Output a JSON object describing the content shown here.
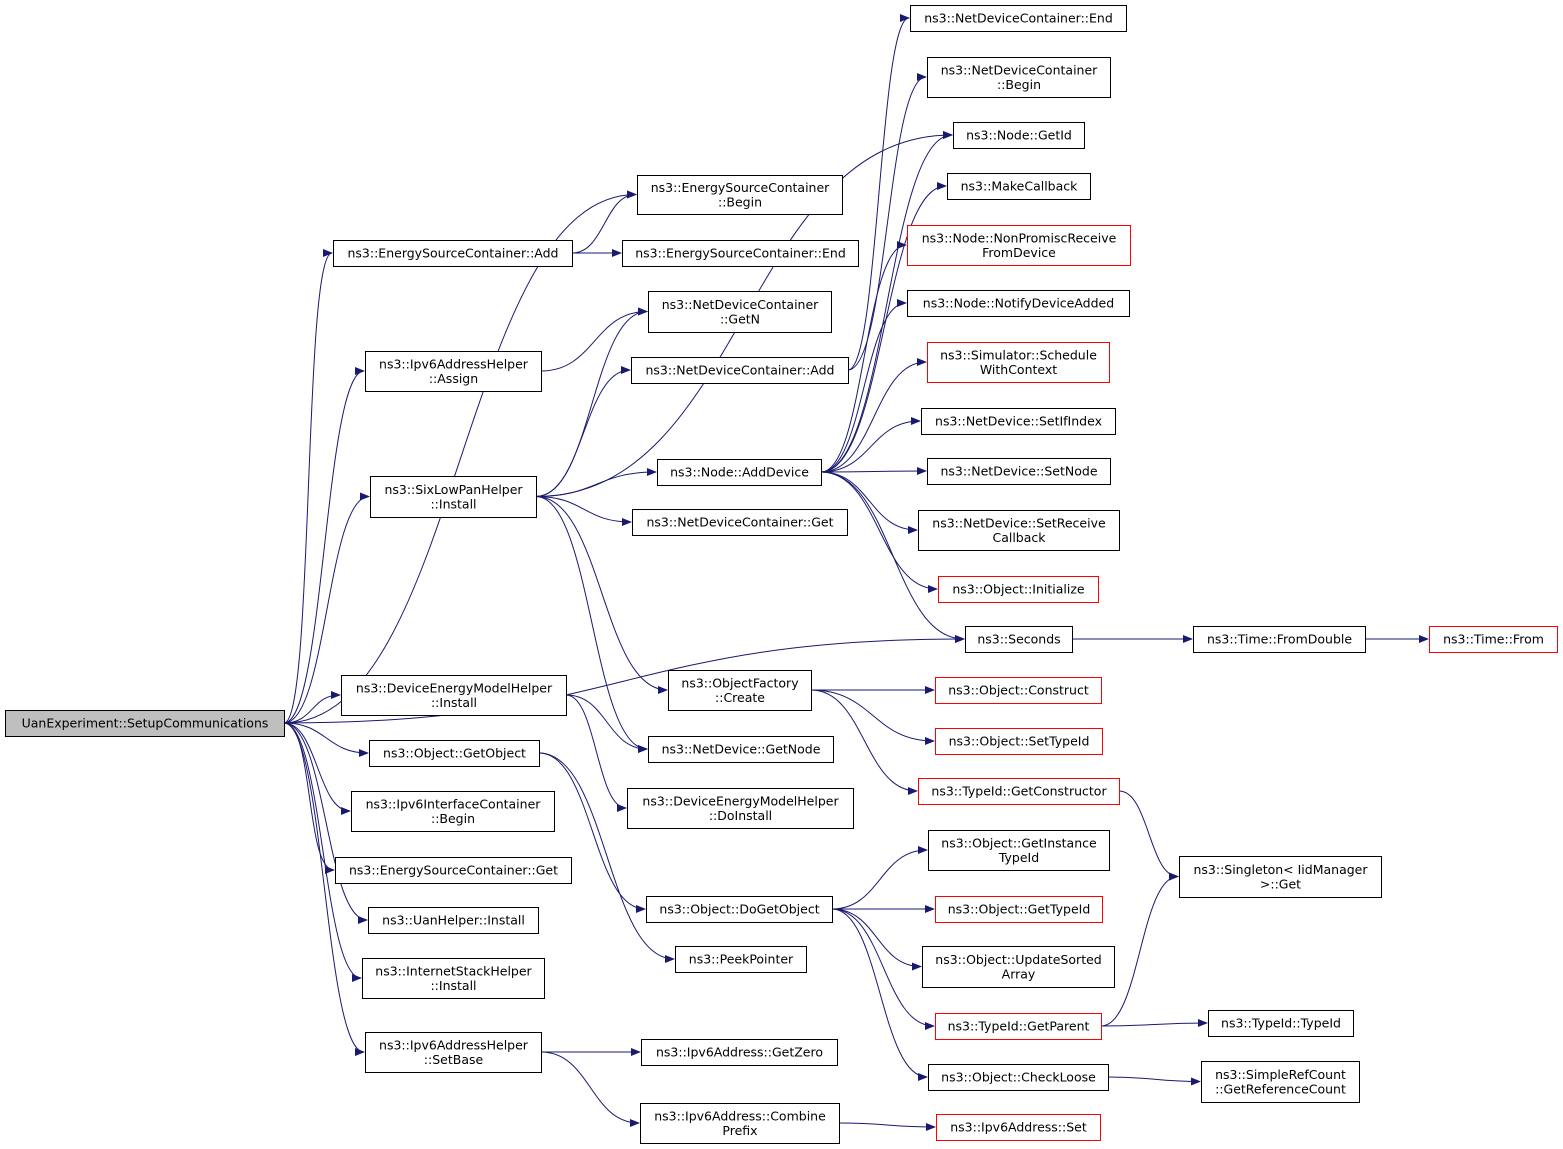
{
  "diagram": {
    "colors": {
      "edge": "#191970",
      "node_border": "#000000",
      "node_border_undocumented": "#ff0000",
      "root_fill": "#bfbfbf"
    },
    "nodes": [
      {
        "id": "root",
        "lines": [
          "UanExperiment::SetupCommunications"
        ],
        "style": "root"
      },
      {
        "id": "escBegin",
        "lines": [
          "ns3::EnergySourceContainer",
          "::Begin"
        ],
        "style": "normal"
      },
      {
        "id": "escAdd",
        "lines": [
          "ns3::EnergySourceContainer::Add"
        ],
        "style": "normal"
      },
      {
        "id": "escEnd",
        "lines": [
          "ns3::EnergySourceContainer::End"
        ],
        "style": "normal"
      },
      {
        "id": "ipv6Assign",
        "lines": [
          "ns3::Ipv6AddressHelper",
          "::Assign"
        ],
        "style": "normal"
      },
      {
        "id": "ndcGetN",
        "lines": [
          "ns3::NetDeviceContainer",
          "::GetN"
        ],
        "style": "normal"
      },
      {
        "id": "ndcAdd",
        "lines": [
          "ns3::NetDeviceContainer::Add"
        ],
        "style": "normal"
      },
      {
        "id": "sixInstall",
        "lines": [
          "ns3::SixLowPanHelper",
          "::Install"
        ],
        "style": "normal"
      },
      {
        "id": "nodeAddDevice",
        "lines": [
          "ns3::Node::AddDevice"
        ],
        "style": "normal"
      },
      {
        "id": "ndcGet",
        "lines": [
          "ns3::NetDeviceContainer::Get"
        ],
        "style": "normal"
      },
      {
        "id": "ndcEnd",
        "lines": [
          "ns3::NetDeviceContainer::End"
        ],
        "style": "normal"
      },
      {
        "id": "ndcBegin",
        "lines": [
          "ns3::NetDeviceContainer",
          "::Begin"
        ],
        "style": "normal"
      },
      {
        "id": "nodeGetId",
        "lines": [
          "ns3::Node::GetId"
        ],
        "style": "normal"
      },
      {
        "id": "makeCallback",
        "lines": [
          "ns3::MakeCallback"
        ],
        "style": "normal"
      },
      {
        "id": "nonPromisc",
        "lines": [
          "ns3::Node::NonPromiscReceive",
          "FromDevice"
        ],
        "style": "red"
      },
      {
        "id": "notifyAdded",
        "lines": [
          "ns3::Node::NotifyDeviceAdded"
        ],
        "style": "normal"
      },
      {
        "id": "schedCtx",
        "lines": [
          "ns3::Simulator::Schedule",
          "WithContext"
        ],
        "style": "red"
      },
      {
        "id": "setIfIndex",
        "lines": [
          "ns3::NetDevice::SetIfIndex"
        ],
        "style": "normal"
      },
      {
        "id": "setNode",
        "lines": [
          "ns3::NetDevice::SetNode"
        ],
        "style": "normal"
      },
      {
        "id": "setRecvCb",
        "lines": [
          "ns3::NetDevice::SetReceive",
          "Callback"
        ],
        "style": "normal"
      },
      {
        "id": "objInit",
        "lines": [
          "ns3::Object::Initialize"
        ],
        "style": "red"
      },
      {
        "id": "seconds",
        "lines": [
          "ns3::Seconds"
        ],
        "style": "normal"
      },
      {
        "id": "fromDouble",
        "lines": [
          "ns3::Time::FromDouble"
        ],
        "style": "normal"
      },
      {
        "id": "timeFrom",
        "lines": [
          "ns3::Time::From"
        ],
        "style": "red"
      },
      {
        "id": "demInstall",
        "lines": [
          "ns3::DeviceEnergyModelHelper",
          "::Install"
        ],
        "style": "normal"
      },
      {
        "id": "ofCreate",
        "lines": [
          "ns3::ObjectFactory",
          "::Create"
        ],
        "style": "normal"
      },
      {
        "id": "objConstruct",
        "lines": [
          "ns3::Object::Construct"
        ],
        "style": "red"
      },
      {
        "id": "objSetTypeId",
        "lines": [
          "ns3::Object::SetTypeId"
        ],
        "style": "red"
      },
      {
        "id": "objGetObject",
        "lines": [
          "ns3::Object::GetObject"
        ],
        "style": "normal"
      },
      {
        "id": "ndGetNode",
        "lines": [
          "ns3::NetDevice::GetNode"
        ],
        "style": "normal"
      },
      {
        "id": "getCtor",
        "lines": [
          "ns3::TypeId::GetConstructor"
        ],
        "style": "red"
      },
      {
        "id": "ipv6ICBegin",
        "lines": [
          "ns3::Ipv6InterfaceContainer",
          "::Begin"
        ],
        "style": "normal"
      },
      {
        "id": "demDoInstall",
        "lines": [
          "ns3::DeviceEnergyModelHelper",
          "::DoInstall"
        ],
        "style": "normal"
      },
      {
        "id": "getInstTid",
        "lines": [
          "ns3::Object::GetInstance",
          "TypeId"
        ],
        "style": "normal"
      },
      {
        "id": "singleton",
        "lines": [
          "ns3::Singleton< IidManager",
          ">::Get"
        ],
        "style": "normal"
      },
      {
        "id": "escGet",
        "lines": [
          "ns3::EnergySourceContainer::Get"
        ],
        "style": "normal"
      },
      {
        "id": "doGetObject",
        "lines": [
          "ns3::Object::DoGetObject"
        ],
        "style": "normal"
      },
      {
        "id": "objGetTypeId",
        "lines": [
          "ns3::Object::GetTypeId"
        ],
        "style": "red"
      },
      {
        "id": "uanInstall",
        "lines": [
          "ns3::UanHelper::Install"
        ],
        "style": "normal"
      },
      {
        "id": "peekPointer",
        "lines": [
          "ns3::PeekPointer"
        ],
        "style": "normal"
      },
      {
        "id": "updSorted",
        "lines": [
          "ns3::Object::UpdateSorted",
          "Array"
        ],
        "style": "normal"
      },
      {
        "id": "inetInstall",
        "lines": [
          "ns3::InternetStackHelper",
          "::Install"
        ],
        "style": "normal"
      },
      {
        "id": "getParent",
        "lines": [
          "ns3::TypeId::GetParent"
        ],
        "style": "red"
      },
      {
        "id": "typeIdCtor",
        "lines": [
          "ns3::TypeId::TypeId"
        ],
        "style": "normal"
      },
      {
        "id": "ipv6SetBase",
        "lines": [
          "ns3::Ipv6AddressHelper",
          "::SetBase"
        ],
        "style": "normal"
      },
      {
        "id": "getZero",
        "lines": [
          "ns3::Ipv6Address::GetZero"
        ],
        "style": "normal"
      },
      {
        "id": "checkLoose",
        "lines": [
          "ns3::Object::CheckLoose"
        ],
        "style": "normal"
      },
      {
        "id": "getRefCount",
        "lines": [
          "ns3::SimpleRefCount",
          "::GetReferenceCount"
        ],
        "style": "normal"
      },
      {
        "id": "combinePrefix",
        "lines": [
          "ns3::Ipv6Address::Combine",
          "Prefix"
        ],
        "style": "normal"
      },
      {
        "id": "ipv6Set",
        "lines": [
          "ns3::Ipv6Address::Set"
        ],
        "style": "red"
      }
    ],
    "edges": [
      [
        "root",
        "escBegin"
      ],
      [
        "root",
        "escAdd"
      ],
      [
        "root",
        "ipv6Assign"
      ],
      [
        "root",
        "sixInstall"
      ],
      [
        "root",
        "seconds"
      ],
      [
        "root",
        "demInstall"
      ],
      [
        "root",
        "objGetObject"
      ],
      [
        "root",
        "ipv6ICBegin"
      ],
      [
        "root",
        "escGet"
      ],
      [
        "root",
        "uanInstall"
      ],
      [
        "root",
        "inetInstall"
      ],
      [
        "root",
        "ipv6SetBase"
      ],
      [
        "escAdd",
        "escBegin"
      ],
      [
        "escAdd",
        "escEnd"
      ],
      [
        "ipv6Assign",
        "ndcGetN"
      ],
      [
        "sixInstall",
        "ndcGetN"
      ],
      [
        "sixInstall",
        "ndcAdd"
      ],
      [
        "sixInstall",
        "nodeAddDevice"
      ],
      [
        "sixInstall",
        "ndcGet"
      ],
      [
        "sixInstall",
        "ofCreate"
      ],
      [
        "sixInstall",
        "ndGetNode"
      ],
      [
        "sixInstall",
        "nodeGetId"
      ],
      [
        "ndcAdd",
        "ndcEnd"
      ],
      [
        "ndcAdd",
        "ndcBegin"
      ],
      [
        "nodeAddDevice",
        "nodeGetId"
      ],
      [
        "nodeAddDevice",
        "makeCallback"
      ],
      [
        "nodeAddDevice",
        "nonPromisc"
      ],
      [
        "nodeAddDevice",
        "notifyAdded"
      ],
      [
        "nodeAddDevice",
        "schedCtx"
      ],
      [
        "nodeAddDevice",
        "setIfIndex"
      ],
      [
        "nodeAddDevice",
        "setNode"
      ],
      [
        "nodeAddDevice",
        "setRecvCb"
      ],
      [
        "nodeAddDevice",
        "objInit"
      ],
      [
        "nodeAddDevice",
        "seconds"
      ],
      [
        "seconds",
        "fromDouble"
      ],
      [
        "fromDouble",
        "timeFrom"
      ],
      [
        "demInstall",
        "ndGetNode"
      ],
      [
        "demInstall",
        "demDoInstall"
      ],
      [
        "ofCreate",
        "objConstruct"
      ],
      [
        "ofCreate",
        "objSetTypeId"
      ],
      [
        "ofCreate",
        "getCtor"
      ],
      [
        "objGetObject",
        "doGetObject"
      ],
      [
        "objGetObject",
        "peekPointer"
      ],
      [
        "getCtor",
        "singleton"
      ],
      [
        "doGetObject",
        "getInstTid"
      ],
      [
        "doGetObject",
        "objGetTypeId"
      ],
      [
        "doGetObject",
        "updSorted"
      ],
      [
        "doGetObject",
        "getParent"
      ],
      [
        "doGetObject",
        "checkLoose"
      ],
      [
        "getParent",
        "singleton"
      ],
      [
        "getParent",
        "typeIdCtor"
      ],
      [
        "checkLoose",
        "getRefCount"
      ],
      [
        "ipv6SetBase",
        "getZero"
      ],
      [
        "ipv6SetBase",
        "combinePrefix"
      ],
      [
        "combinePrefix",
        "ipv6Set"
      ]
    ]
  }
}
